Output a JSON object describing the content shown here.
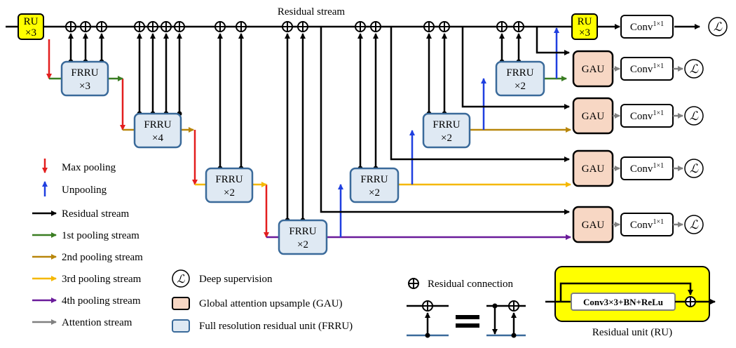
{
  "title": "Residual stream",
  "colors": {
    "residual": "#000000",
    "pool1": "#3a7d22",
    "pool2": "#b8860b",
    "pool3": "#f5b800",
    "pool4": "#6a1b9a",
    "attention": "#808080",
    "maxpool": "#e31e1e",
    "unpool": "#1f3fe0",
    "ru_fill": "#ffff00",
    "frru_fill": "#dfe9f3",
    "frru_stroke": "#3a6a9a",
    "gau_fill": "#f7d7c4"
  },
  "blocks": {
    "ru_label_top": "RU",
    "ru_label_bottom": "×3",
    "frru_label": "FRRU",
    "frru_mult": [
      "×3",
      "×4",
      "×2",
      "×2",
      "×2",
      "×2",
      "×2"
    ],
    "gau_label": "GAU",
    "conv_label": "Conv",
    "conv_sup": "1×1",
    "loss_symbol": "ℒ"
  },
  "legend": {
    "max_pooling": "Max pooling",
    "unpooling": "Unpooling",
    "residual_stream": "Residual stream",
    "pool1": "1st pooling stream",
    "pool2": "2nd pooling stream",
    "pool3": "3rd pooling stream",
    "pool4": "4th pooling stream",
    "attention": "Attention stream",
    "deep_supervision": "Deep supervision",
    "gau": "Global attention upsample (GAU)",
    "frru": "Full resolution residual unit (FRRU)",
    "residual_connection": "Residual connection",
    "ru_inner": "Conv3×3+BN+ReLu",
    "ru_caption": "Residual unit (RU)"
  }
}
